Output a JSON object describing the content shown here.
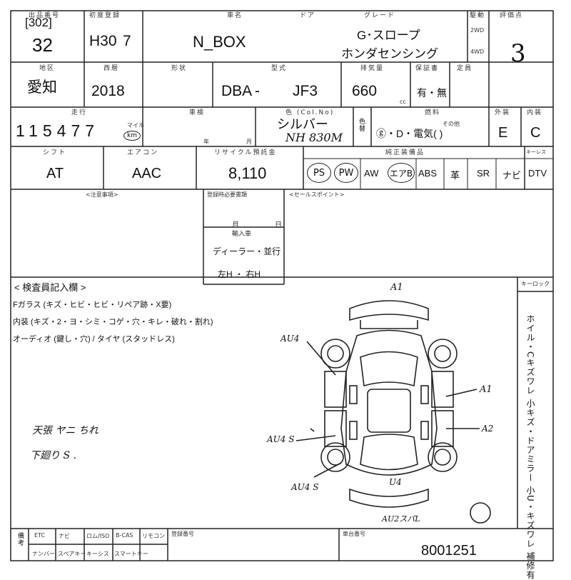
{
  "header_labels": {
    "lot_no": "出品番号",
    "first_reg": "初度登録",
    "car_name": "車名",
    "door": "ドア",
    "grade": "グレード",
    "drive": "駆動",
    "score": "評価点",
    "region": "地区",
    "year_ad": "西暦",
    "shape": "形状",
    "model": "型式",
    "displacement": "排気量",
    "warranty": "保証書",
    "capacity": "定員",
    "mileage": "走行",
    "unit_km": "km",
    "unit_mile": "マイル",
    "inspection": "車検",
    "color_no": "色 (Col.No)",
    "color_label": "色替",
    "fuel": "燃料",
    "exterior": "外装",
    "interior": "内装",
    "shift": "シフト",
    "aircon": "エアコン",
    "recycle": "リサイクル預託金",
    "equipment": "純正装備品",
    "keyless": "キーレス",
    "notes": "<注意事項>",
    "registration_memo": "登録時必要書類",
    "sales_point": "<セールスポイント>",
    "month_label": "月",
    "day_label": "日",
    "import_label": "輸入車",
    "dealer": "ディーラー・並行",
    "steering": "左H ・ 右H",
    "cc": "cc",
    "year_jp": "年",
    "month_jp": "月",
    "other_fuel": "その他"
  },
  "lot": {
    "sub": "[302]",
    "number": "32"
  },
  "first_reg": {
    "era": "H30",
    "month": "7"
  },
  "car": {
    "name": "N_BOX",
    "grade_line1": "G･スロープ",
    "grade_line2": "ホンダセンシング"
  },
  "drive_options": [
    "2WD",
    "4WD"
  ],
  "score": "3",
  "region": "愛知",
  "year": "2018",
  "model": {
    "prefix": "DBA",
    "sep": "-",
    "code": "JF3"
  },
  "displacement": "660",
  "warranty_value": "有・無",
  "mileage": "115477",
  "color": {
    "name": "シルバー",
    "code": "NH 830M"
  },
  "fuel_options": "ⓖ・D・電気(        )",
  "exterior_grade": "E",
  "interior_grade": "C",
  "shift": "AT",
  "aircon": "AAC",
  "recycle": "8,110",
  "equipment": [
    {
      "label": "PS",
      "circled": true
    },
    {
      "label": "PW",
      "circled": true
    },
    {
      "label": "AW",
      "circled": false
    },
    {
      "label": "エアB",
      "circled": true
    },
    {
      "label": "ABS",
      "circled": false
    },
    {
      "label": "革",
      "circled": false
    },
    {
      "label": "SR",
      "circled": false
    },
    {
      "label": "ナビ",
      "circled": false
    },
    {
      "label": "DTV",
      "circled": false
    }
  ],
  "inspector": {
    "title": "< 検査員記入欄 >",
    "glass": "Fガラス (キズ・ヒビ・ヒビ・リペア跡・X要)",
    "interior": "内装 (キズ・2・ヨ・シミ・コゲ・穴・キレ・破れ・割れ)",
    "audio": "オーディオ (鍵し・穴) / タイヤ (スタッドレス)",
    "handwritten_1": "天張 ヤニ ちれ",
    "handwritten_2": "下廻り S ."
  },
  "diagram_notes": {
    "top": "A1",
    "left_upper": "AU4",
    "right_upper": "A1",
    "right_lower": "A2",
    "left_mid": "AU4 S",
    "left_lower": "AU4 S",
    "bottom": "U4",
    "rear": "AU2スパL"
  },
  "right_column": {
    "keylock": "キーロック",
    "text": "ホイル・Cキズワレ 小キズ・ドアミラー 小U・キズワレ 補修有"
  },
  "footer": {
    "labels_row1": [
      "ETC",
      "ナビ",
      "ロム/ISO",
      "B-CAS",
      "リモコン"
    ],
    "labels_row2": [
      "ナンバー",
      "スペアキー",
      "キーシス",
      "スマートキー"
    ],
    "registration_label": "登録番号",
    "chassis_label": "車台番号",
    "chassis_no": "8001251",
    "side_label": "備考"
  }
}
